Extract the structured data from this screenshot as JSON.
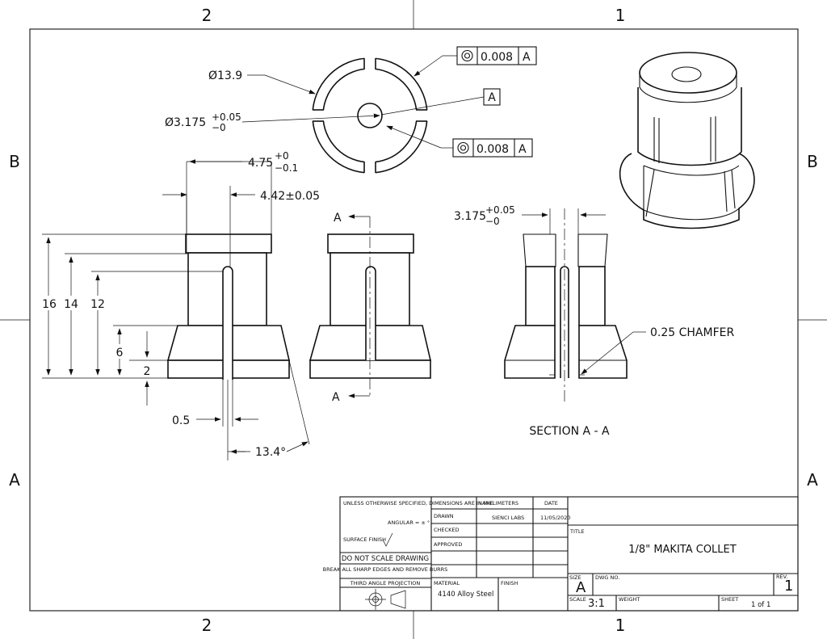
{
  "zones": {
    "top": [
      "2",
      "1"
    ],
    "bottom": [
      "2",
      "1"
    ],
    "left": [
      "B",
      "A"
    ],
    "right": [
      "B",
      "A"
    ]
  },
  "top_view": {
    "outer_dia": "Ø13.9",
    "bore_dia_base": "Ø3.175",
    "bore_tol_plus": "+0.05",
    "bore_tol_minus": "−0",
    "fcf_top_value": "0.008",
    "fcf_top_datum": "A",
    "datum_label": "A",
    "fcf_bottom_value": "0.008",
    "fcf_bottom_datum": "A"
  },
  "front_view": {
    "width_base": "4.75",
    "width_tol_plus": "+0",
    "width_tol_minus": "−0.1",
    "inner_width": "4.42±0.05",
    "h16": "16",
    "h14": "14",
    "h12": "12",
    "h6": "6",
    "h2": "2",
    "slot": "0.5",
    "angle": "13.4°"
  },
  "section_markers": {
    "upper": "A",
    "lower": "A"
  },
  "section_view": {
    "bore_base": "3.175",
    "bore_tol_plus": "+0.05",
    "bore_tol_minus": "−0",
    "chamfer": "0.25 CHAMFER",
    "caption": "SECTION A - A"
  },
  "title_block": {
    "general_note": "UNLESS OTHERWISE SPECIFIED, DIMENSIONS ARE IN MILLIMETERS",
    "angular": "ANGULAR = ± °",
    "surface_finish": "SURFACE FINISH",
    "do_not_scale": "DO NOT SCALE DRAWING",
    "break_edges": "BREAK ALL SHARP EDGES AND REMOVE BURRS",
    "projection": "THIRD ANGLE PROJECTION",
    "col_name": "NAME",
    "col_date": "DATE",
    "row_drawn": "DRAWN",
    "row_checked": "CHECKED",
    "row_approved": "APPROVED",
    "drawn_name": "SIENCI LABS",
    "drawn_date": "11/05/2020",
    "material_label": "MATERIAL",
    "material": "4140 Alloy Steel",
    "finish_label": "FINISH",
    "title_label": "TITLE",
    "title": "1/8\" MAKITA COLLET",
    "size_label": "SIZE",
    "size": "A",
    "dwg_no_label": "DWG NO.",
    "rev_label": "REV.",
    "rev": "1",
    "scale_label": "SCALE",
    "scale": "3:1",
    "weight_label": "WEIGHT",
    "sheet_label": "SHEET",
    "sheet": "1 of 1"
  }
}
